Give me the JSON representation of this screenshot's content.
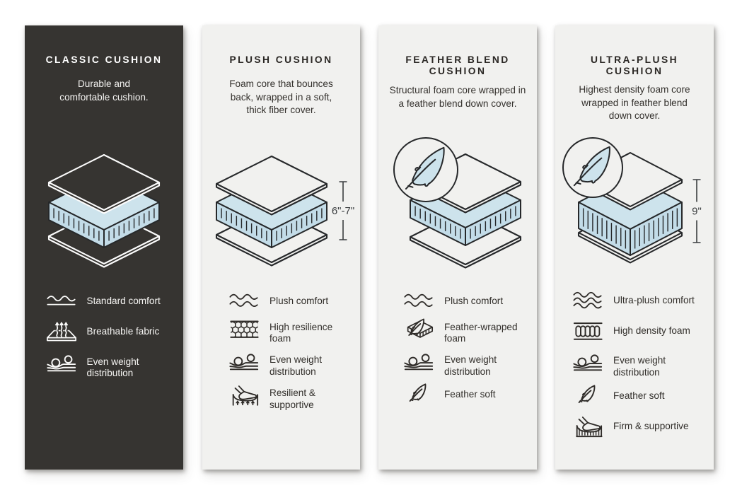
{
  "canvas": {
    "background": "#ffffff"
  },
  "palette": {
    "dark_card_bg": "#363431",
    "light_card_bg": "#f1f1ef",
    "cushion_top_fill": "#cde3ec",
    "cushion_side_fill": "#c3dce8",
    "outline_on_light": "#26282a",
    "outline_on_dark": "#fcfcfc",
    "measure_color": "#3b3e40"
  },
  "cards": [
    {
      "id": "classic-cushion",
      "theme": "dark",
      "title": "CLASSIC CUSHION",
      "description": "Durable and\ncomfortable cushion.",
      "illustration": {
        "type": "exploded-cushion-layers",
        "feather_badge": false,
        "measure_label": "",
        "core_thickness": "standard"
      },
      "features": [
        {
          "icon": "wave-single-icon",
          "label": "Standard comfort"
        },
        {
          "icon": "breathable-icon",
          "label": "Breathable fabric"
        },
        {
          "icon": "even-weight-icon",
          "label": "Even weight\ndistribution"
        }
      ]
    },
    {
      "id": "plush-cushion",
      "theme": "light",
      "title": "PLUSH CUSHION",
      "description": "Foam core that bounces\nback, wrapped in a soft,\nthick fiber cover.",
      "illustration": {
        "type": "exploded-cushion-layers",
        "feather_badge": false,
        "measure_label": "6\"-7\"",
        "core_thickness": "standard"
      },
      "features": [
        {
          "icon": "wave-double-icon",
          "label": "Plush comfort"
        },
        {
          "icon": "foam-cells-icon",
          "label": "High resilience\nfoam"
        },
        {
          "icon": "even-weight-icon",
          "label": "Even weight\ndistribution"
        },
        {
          "icon": "body-support-arrows-icon",
          "label": "Resilient &\nsupportive"
        }
      ]
    },
    {
      "id": "feather-blend-cushion",
      "theme": "light",
      "title": "FEATHER BLEND\nCUSHION",
      "description": "Structural foam core wrapped in\na feather blend down cover.",
      "illustration": {
        "type": "exploded-cushion-layers",
        "feather_badge": true,
        "measure_label": "",
        "core_thickness": "standard"
      },
      "features": [
        {
          "icon": "wave-double-icon",
          "label": "Plush comfort"
        },
        {
          "icon": "feather-foam-icon",
          "label": "Feather-wrapped\nfoam"
        },
        {
          "icon": "even-weight-icon",
          "label": "Even weight\ndistribution"
        },
        {
          "icon": "feather-icon",
          "label": "Feather soft"
        }
      ]
    },
    {
      "id": "ultra-plush-cushion",
      "theme": "light",
      "title": "ULTRA-PLUSH\nCUSHION",
      "description": "Highest density foam core\nwrapped in feather blend\ndown cover.",
      "illustration": {
        "type": "exploded-cushion-layers",
        "feather_badge": true,
        "measure_label": "9\"",
        "core_thickness": "extra-thick"
      },
      "features": [
        {
          "icon": "wave-triple-icon",
          "label": "Ultra-plush comfort"
        },
        {
          "icon": "density-columns-icon",
          "label": "High density foam"
        },
        {
          "icon": "even-weight-icon",
          "label": "Even weight\ndistribution"
        },
        {
          "icon": "feather-icon",
          "label": "Feather soft"
        },
        {
          "icon": "firm-support-icon",
          "label": "Firm & supportive"
        }
      ]
    }
  ]
}
